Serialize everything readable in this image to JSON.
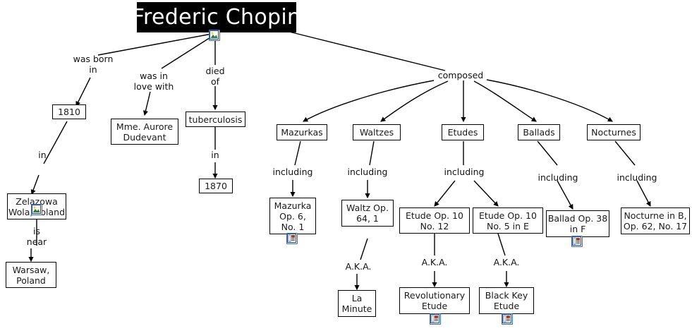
{
  "map": {
    "title": "Frederic Chopin",
    "background": "#ffffff",
    "title_bg": "#000000",
    "title_fg": "#ffffff",
    "node_border": "#000000",
    "icon_border": "#3c6fb4"
  },
  "nodes": {
    "root": "Frederic Chopin",
    "year_born": "1810",
    "love": "Mme. Aurore\nDudevant",
    "disease": "tuberculosis",
    "year_died": "1870",
    "birthplace": "Zelazowa\nWola, Poland",
    "near_city": "Warsaw,\nPoland",
    "mazurkas": "Mazurkas",
    "waltzes": "Waltzes",
    "etudes": "Etudes",
    "ballads": "Ballads",
    "nocturnes": "Nocturnes",
    "mazurka_work": "Mazurka\nOp. 6,\nNo. 1",
    "waltz_work": "Waltz Op.\n64, 1",
    "etude_12": "Etude Op. 10\nNo. 12",
    "etude_5": "Etude Op. 10\nNo. 5 in E",
    "ballad_work": "Ballad Op. 38\nin F",
    "nocturne_work": "Nocturne in B,\nOp. 62, No. 17",
    "la_minute": "La\nMinute",
    "revolutionary": "Revolutionary\nEtude",
    "black_key": "Black Key\nEtude"
  },
  "link_labels": {
    "was_born_in": "was born\nin",
    "was_in_love_with": "was in\nlove with",
    "died_of": "died\nof",
    "in_place": "in",
    "in_year": "in",
    "is_near": "is\nnear",
    "composed": "composed",
    "including_mazurkas": "including",
    "including_waltzes": "including",
    "including_etudes": "including",
    "including_ballads": "including",
    "including_nocturnes": "including",
    "aka_waltz": "A.K.A.",
    "aka_etude12": "A.K.A.",
    "aka_etude5": "A.K.A."
  },
  "icons": {
    "root_image": "image-icon",
    "birthplace_image": "image-icon",
    "mazurka_doc": "document-icon",
    "ballad_doc": "document-icon",
    "revolutionary_doc": "document-icon",
    "black_key_doc": "document-icon"
  }
}
